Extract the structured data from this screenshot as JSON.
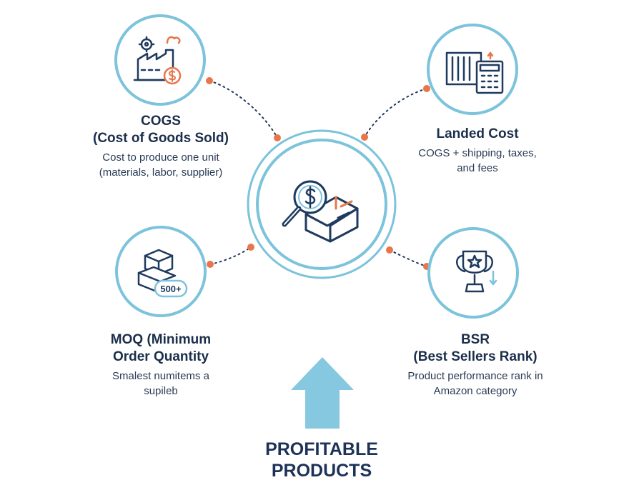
{
  "center": {
    "icon": "magnifier-dollar-box-icon"
  },
  "nodes": {
    "cogs": {
      "icon": "factory-dollar-icon",
      "title_line1": "COGS",
      "title_line2": "(Cost of Goods Sold)",
      "desc_line1": "Cost to produce one unit",
      "desc_line2": "(materials, labor, supplier)"
    },
    "landed": {
      "icon": "container-calculator-icon",
      "title_line1": "Landed Cost",
      "desc_line1": "COGS + shipping, taxes,",
      "desc_line2": "and fees"
    },
    "moq": {
      "icon": "boxes-500-icon",
      "badge": "500+",
      "title_line1": "MOQ (Minimum",
      "title_line2": "Order Quantity",
      "desc_line1": "Smalest numitems a",
      "desc_line2": "supileb"
    },
    "bsr": {
      "icon": "trophy-star-icon",
      "title_line1": "BSR",
      "title_line2": "(Best Sellers Rank)",
      "desc_line1": "Product performance rank in",
      "desc_line2": "Amazon category"
    }
  },
  "footer": {
    "line1": "PROFITABLE",
    "line2": "PRODUCTS"
  },
  "colors": {
    "ring": "#7cc3dc",
    "line_art": "#1f3a5f",
    "accent": "#e8764a",
    "arrow": "#86c8e0",
    "title": "#1b2e4b"
  }
}
